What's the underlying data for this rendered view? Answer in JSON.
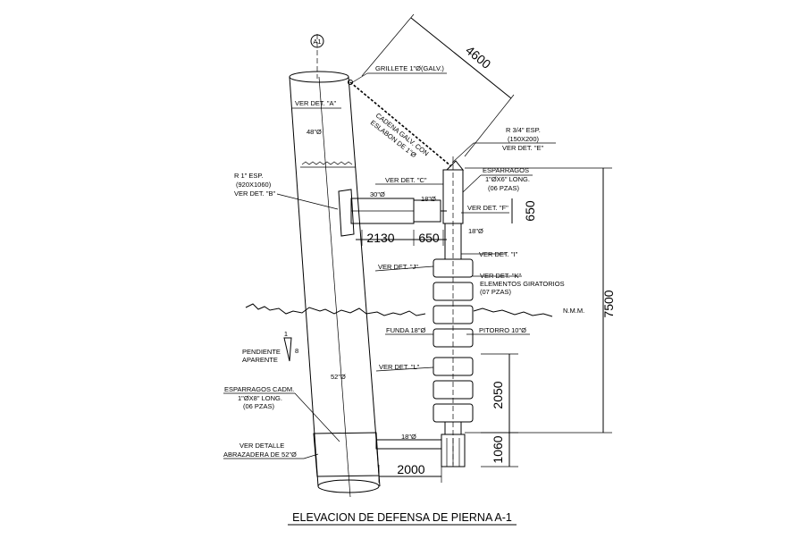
{
  "title": "ELEVACION DE DEFENSA DE PIERNA A-1",
  "axis_marker": "A1",
  "dimensions": {
    "cable_length": "4600",
    "overall_height": "7500",
    "upper_offset": "650",
    "mid_height": "2050",
    "bottom_height": "1060",
    "horizontal_left": "2130",
    "horizontal_right": "650",
    "bottom_horizontal": "2000"
  },
  "labels": {
    "grillete": "GRILLETE 1\"Ø(GALV.)",
    "cadena_1": "CADENA GALV. CON",
    "cadena_2": "ESLABON DE 1\"Ø",
    "ver_det_a": "VER DET. \"A\"",
    "pipe_48": "48\"Ø",
    "placa_b_1": "R 1\" ESP.",
    "placa_b_2": "(920X1060)",
    "placa_b_3": "VER DET. \"B\"",
    "pipe_30": "30\"Ø",
    "ver_det_c": "VER DET. \"C\"",
    "pipe_18_a": "18\"Ø",
    "placa_e_1": "R 3/4\" ESP.",
    "placa_e_2": "(150X200)",
    "placa_e_3": "VER DET. \"E\"",
    "esparragos_1": "ESPARRAGOS",
    "esparragos_2": "1\"ØX6\" LONG.",
    "esparragos_3": "(06 PZAS)",
    "ver_det_f": "VER DET. \"F\"",
    "pipe_18_b": "18\"Ø",
    "ver_det_i": "VER DET. \"I\"",
    "ver_det_j": "VER DET. \"J\"",
    "ver_det_k": "VER DET. \"K\"",
    "elementos_1": "ELEMENTOS GIRATORIOS",
    "elementos_2": "(07 PZAS)",
    "nmm": "N.M.M.",
    "funda": "FUNDA 18\"Ø",
    "pitorro": "PITORRO 10\"Ø",
    "pendiente_1": "PENDIENTE",
    "pendiente_2": "APARENTE",
    "slope_1": "1",
    "slope_8": "8",
    "ver_det_l": "VER DET. \"L\"",
    "pipe_52": "52\"Ø",
    "esp_cadm_1": "ESPARRAGOS CADM.",
    "esp_cadm_2": "1\"ØX8\" LONG.",
    "esp_cadm_3": "(06 PZAS)",
    "pipe_18_c": "18\"Ø",
    "ver_detalle_1": "VER DETALLE",
    "ver_detalle_2": "ABRAZADERA DE 52\"Ø"
  }
}
